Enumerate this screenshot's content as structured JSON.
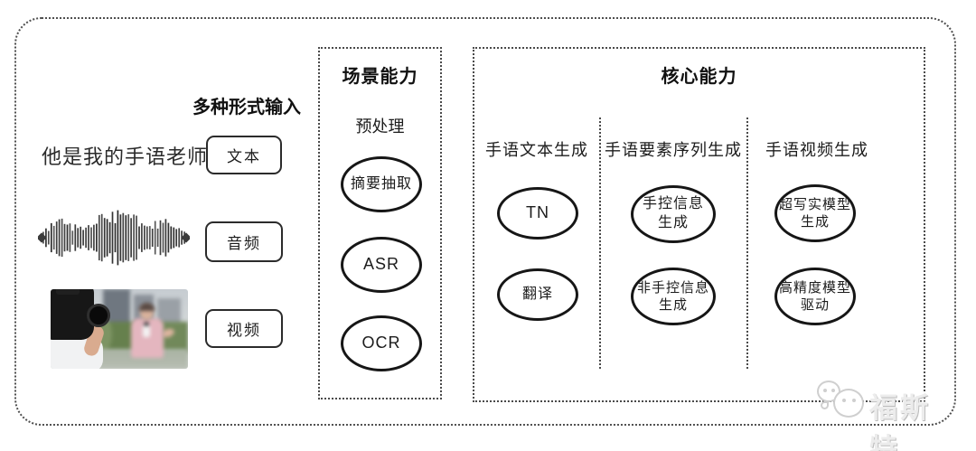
{
  "input_section": {
    "label": "多种形式输入",
    "text_sample": "他是我的手语老师",
    "boxes": {
      "text": "文本",
      "audio": "音频",
      "video": "视频"
    }
  },
  "scene_box": {
    "title": "场景能力",
    "subtitle": "预处理",
    "nodes": [
      "摘要抽取",
      "ASR",
      "OCR"
    ]
  },
  "core_box": {
    "title": "核心能力",
    "columns": [
      {
        "header": "手语文本生成",
        "nodes": [
          "TN",
          "翻译"
        ]
      },
      {
        "header": "手语要素序列生成",
        "nodes": [
          "手控信息\n生成",
          "非手控信息\n生成"
        ]
      },
      {
        "header": "手语视频生成",
        "nodes": [
          "超写实模型\n生成",
          "高精度模型\n驱动"
        ]
      }
    ]
  },
  "watermark": {
    "brand": "福斯特"
  },
  "colors": {
    "line": "#161616",
    "dotted_border": "#4a4a4a",
    "watermark": "#cfcfcf"
  }
}
